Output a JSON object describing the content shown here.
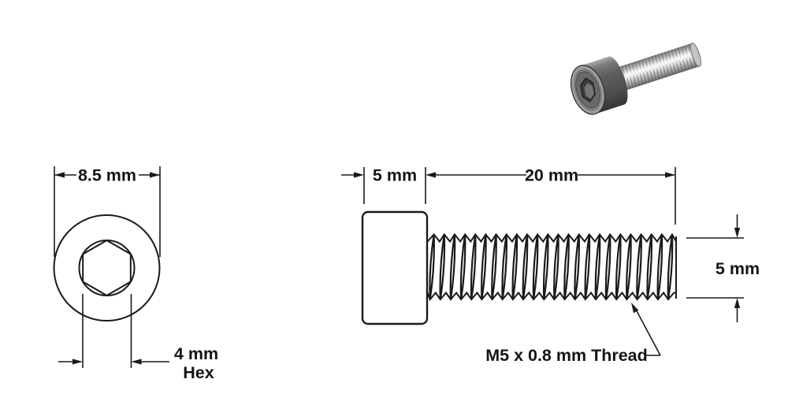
{
  "drawing": {
    "background_color": "#ffffff",
    "line_color": "#1a1a1a",
    "text_color": "#14141b",
    "front_view": {
      "head_diameter_label": "8.5 mm",
      "hex_size_label": "4 mm",
      "hex_suffix_label": "Hex"
    },
    "side_view": {
      "head_length_label": "5 mm",
      "thread_length_label": "20 mm",
      "thread_diameter_label": "5 mm",
      "thread_spec_label": "M5 x 0.8 mm Thread"
    },
    "photo": {
      "subject": "socket-head-cap-screw",
      "head_color": "#575757",
      "shaft_color": "#c9c9c9",
      "socket_color": "#3c3c3c"
    }
  }
}
